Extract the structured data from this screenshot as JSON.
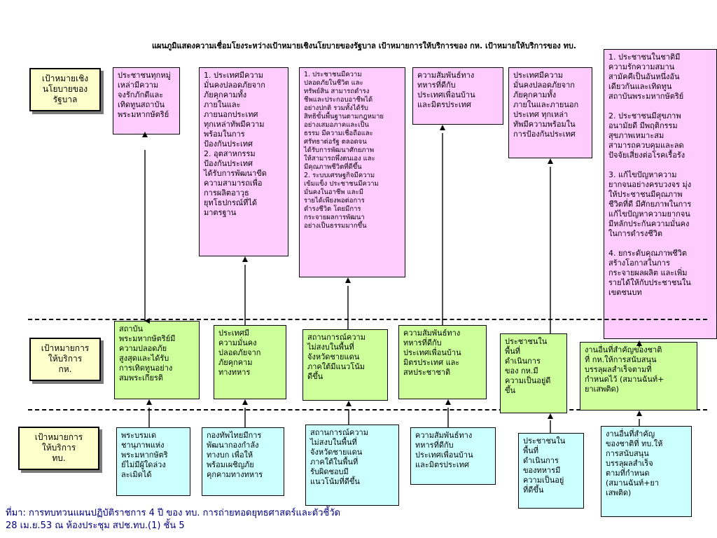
{
  "title": "แผนภูมิแสดงความเชื่อมโยงระหว่างเป้าหมายเชิงนโยบายของรัฐบาล เป้าหมายการให้บริการของ กห. เป้าหมายให้บริการของ ทบ.",
  "row_labels": {
    "government": "เป้าหมายเชิง\nนโยบายของ\nรัฐบาล",
    "mod": "เป้าหมายการ\nให้บริการ\nกห.",
    "army": "เป้าหมายการ\nให้บริการ\nทบ."
  },
  "government_goals": [
    "ประชาชนทุกหมู่\nเหล่ามีความ\nจงรักภักดีและ\nเทิดทูนสถาบัน\nพระมหากษัตริย์",
    "1. ประเทศมีความ\nมั่นคงปลอดภัยจาก\nภัยคุกคามทั้ง\nภายในและ\nภายนอกประเทศ\nทุกเหล่าทัพมีความ\nพร้อมในการ\nป้องกันประเทศ\n2. อุตสาหกรรม\nป้องกันประเทศ\nได้รับการพัฒนาขีด\nความสามารถเพื่อ\nการผลิตอาวุธ\nยุทโธปกรณ์ที่ได้\nมาตรฐาน",
    "1. ประชาชนมีความ\nปลอดภัยในชีวิต และ\nทรัพย์สิน สามารถดำรง\nชีพและประกอบอาชีพได้\nอย่างปกติ รวมทั้งได้รับ\nสิทธิขั้นพื้นฐานตามกฎหมาย\nอย่างเสมอภาคและเป็น\nธรรม มีความเชื่อถือและ\nศรัทธาต่อรัฐ ตลอดจน\nได้รับการพัฒนาศักยภาพ\nให้สามารถพึ่งตนเอง และ\nมีคุณภาพชีวิตที่ดีขึ้น\n2. ระบบเศรษฐกิจมีความ\nเข้มแข็ง ประชาชนมีความ\nมั่นคงในอาชีพ และมี\nรายได้เพียงพอต่อการ\nดำรงชีวิต โดยมีการ\nกระจายผลการพัฒนา\nอย่างเป็นธรรมมากขึ้น",
    "ความสัมพันธ์ทาง\nทหารที่ดีกับ\nประเทศเพื่อนบ้าน\nและมิตรประเทศ",
    "ประเทศมีความ\nมั่นคงปลอดภัยจาก\nภัยคุกคามทั้ง\nภายในและภายนอก\nประเทศ ทุกเหล่า\nทัพมีความพร้อมใน\nการป้องกันประเทศ",
    "1. ประชาชนในชาติมี\nความรักความสมาน\nสามัคคีเป็นอันหนึ่งอัน\nเดียวกันและเทิดทูน\nสถาบันพระมหากษัตริย์\n\n2. ประชาชนมีสุขภาพ\nอนามัยดี มีพฤติกรรม\nสุขภาพเหมาะสม\nสามารถควบคุมและลด\nปัจจัยเสี่ยงต่อโรคเรื้อรัง\n\n3. แก้ไขปัญหาความ\nยากจนอย่างครบวงจร มุ่ง\nให้ประชาชนมีคุณภาพ\nชีวิตที่ดี มีศักยภาพในการ\nแก้ไขปัญหาความยากจน\nมีหลักประกันความมั่นคง\nในการดำรงชีวิต\n\n4. ยกระดับคุณภาพชีวิต\nสร้างโอกาสในการ\nกระจายผลผลิต และเพิ่ม\nรายได้ให้กับประชาชนใน\nเขตชนบท"
  ],
  "mod_goals": [
    "สถาบัน\nพระมหากษัตริย์มี\nความปลอดภัย\nสูงสุดและได้รับ\nการเทิดทูนอย่าง\nสมพระเกียรติ",
    "ประเทศมี\nความมั่นคง\nปลอดภัยจาก\nภัยคุกคาม\nทางทหาร",
    "สถานการณ์ความ\nไม่สงบในพื้นที่\nจังหวัดชายแดน\nภาคใต้มีแนวโน้ม\nดีขึ้น",
    "ความสัมพันธ์ทาง\nทหารที่ดีกับ\nประเทศเพื่อนบ้าน\nมิตรประเทศ และ\nสหประชาชาติ",
    "ประชาชนใน\nพื้นที่\nดำเนินการ\nของ กห.มี\nความเป็นอยู่ดี\nขึ้น",
    "งานอื่นที่สำคัญของชาติ\nที่ กห.ให้การสนับสนุน\nบรรลุผลสำเร็จตามที่\nกำหนดไว้ (สมานฉันท์+\nยาเสพติด)"
  ],
  "army_goals": [
    "พระบรมเด\nชานุภาพแห่ง\nพระมหากษัตริ\nย์ไม่มีผู้ใดล่วง\nละเมิดได้",
    "กองทัพไทยมีการ\nพัฒนากองกำลัง\nทางบก เพื่อให้\nพร้อมเผชิญภัย\nคุกคามทางทหาร",
    "สถานการณ์ความ\nไม่สงบในพื้นที่\nจังหวัดชายแดน\nภาคใต้ในพื้นที่\nรับผิดชอบมี\nแนวโน้มที่ดีขึ้น",
    "ความสัมพันธ์ทาง\nทหารที่ดีกับ\nประเทศเพื่อนบ้าน\nและมิตรประเทศ",
    "ประชาชนใน\nพื้นที่\nดำเนินการ\nของทหารมี\nความเป็นอยู่\nที่ดีขึ้น",
    "งานอื่นที่สำคัญ\nของชาติที่ ทบ.ให้\nการสนับสนุน\nบรรลุผลสำเร็จ\nตามที่กำหนด\n(สมานฉันท์+ยา\nเสพติด)"
  ],
  "source": "ที่มา: การทบทวนแผนปฏิบัติราชการ 4 ปี ของ ทบ. การถ่ายทอดยุทธศาสตร์และตัวชี้วัด\n28 เม.ย.53 ณ ห้องประชุม สปช.ทบ.(1) ชั้น 5",
  "colors": {
    "government_box": "#ffccff",
    "mod_box": "#ccff99",
    "army_box": "#ccffff",
    "row_label": "#ffffcc",
    "source_text": "#000080"
  }
}
